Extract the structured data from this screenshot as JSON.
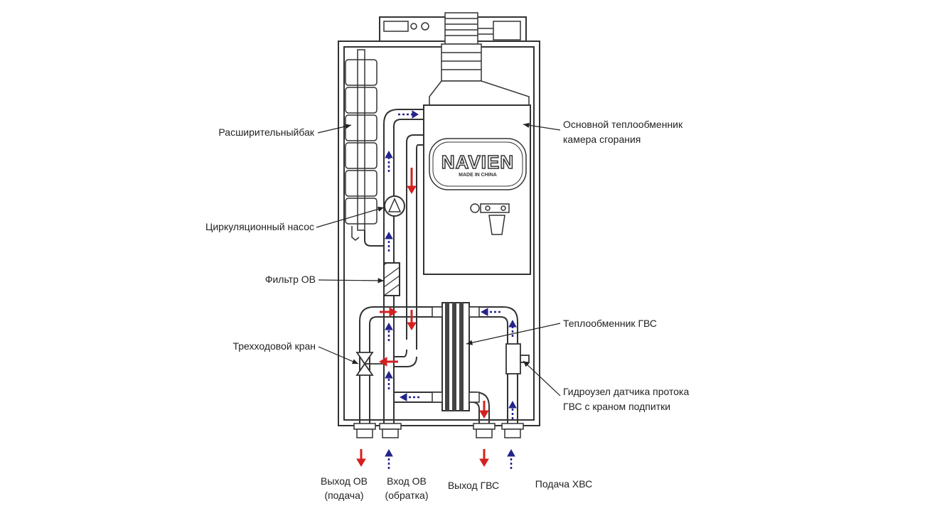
{
  "brand": {
    "logo_text": "NAVIEN",
    "made_in_text": "MADE IN CHINA"
  },
  "labels": {
    "expansion_tank": "Расширительныйбак",
    "circulation_pump": "Циркуляционный насос",
    "heating_filter": "Фильтр ОВ",
    "three_way_valve": "Трехходовой кран",
    "main_heat_exchanger_line1": "Основной теплообменник",
    "main_heat_exchanger_line2": "камера сгорания",
    "dhw_heat_exchanger": "Теплообменник ГВС",
    "flow_sensor_line1": "Гидроузел датчика протока",
    "flow_sensor_line2": "ГВС с краном подпитки"
  },
  "connections": [
    {
      "line1": "Выход ОВ",
      "line2": "(подача)"
    },
    {
      "line1": "Вход ОВ",
      "line2": "(обратка)"
    },
    {
      "line1": "Выход ГВС",
      "line2": ""
    },
    {
      "line1": "Подача ХВС",
      "line2": ""
    }
  ],
  "colors": {
    "hot_flow": "#d42020",
    "cold_flow": "#24248c",
    "outline": "#333333"
  }
}
